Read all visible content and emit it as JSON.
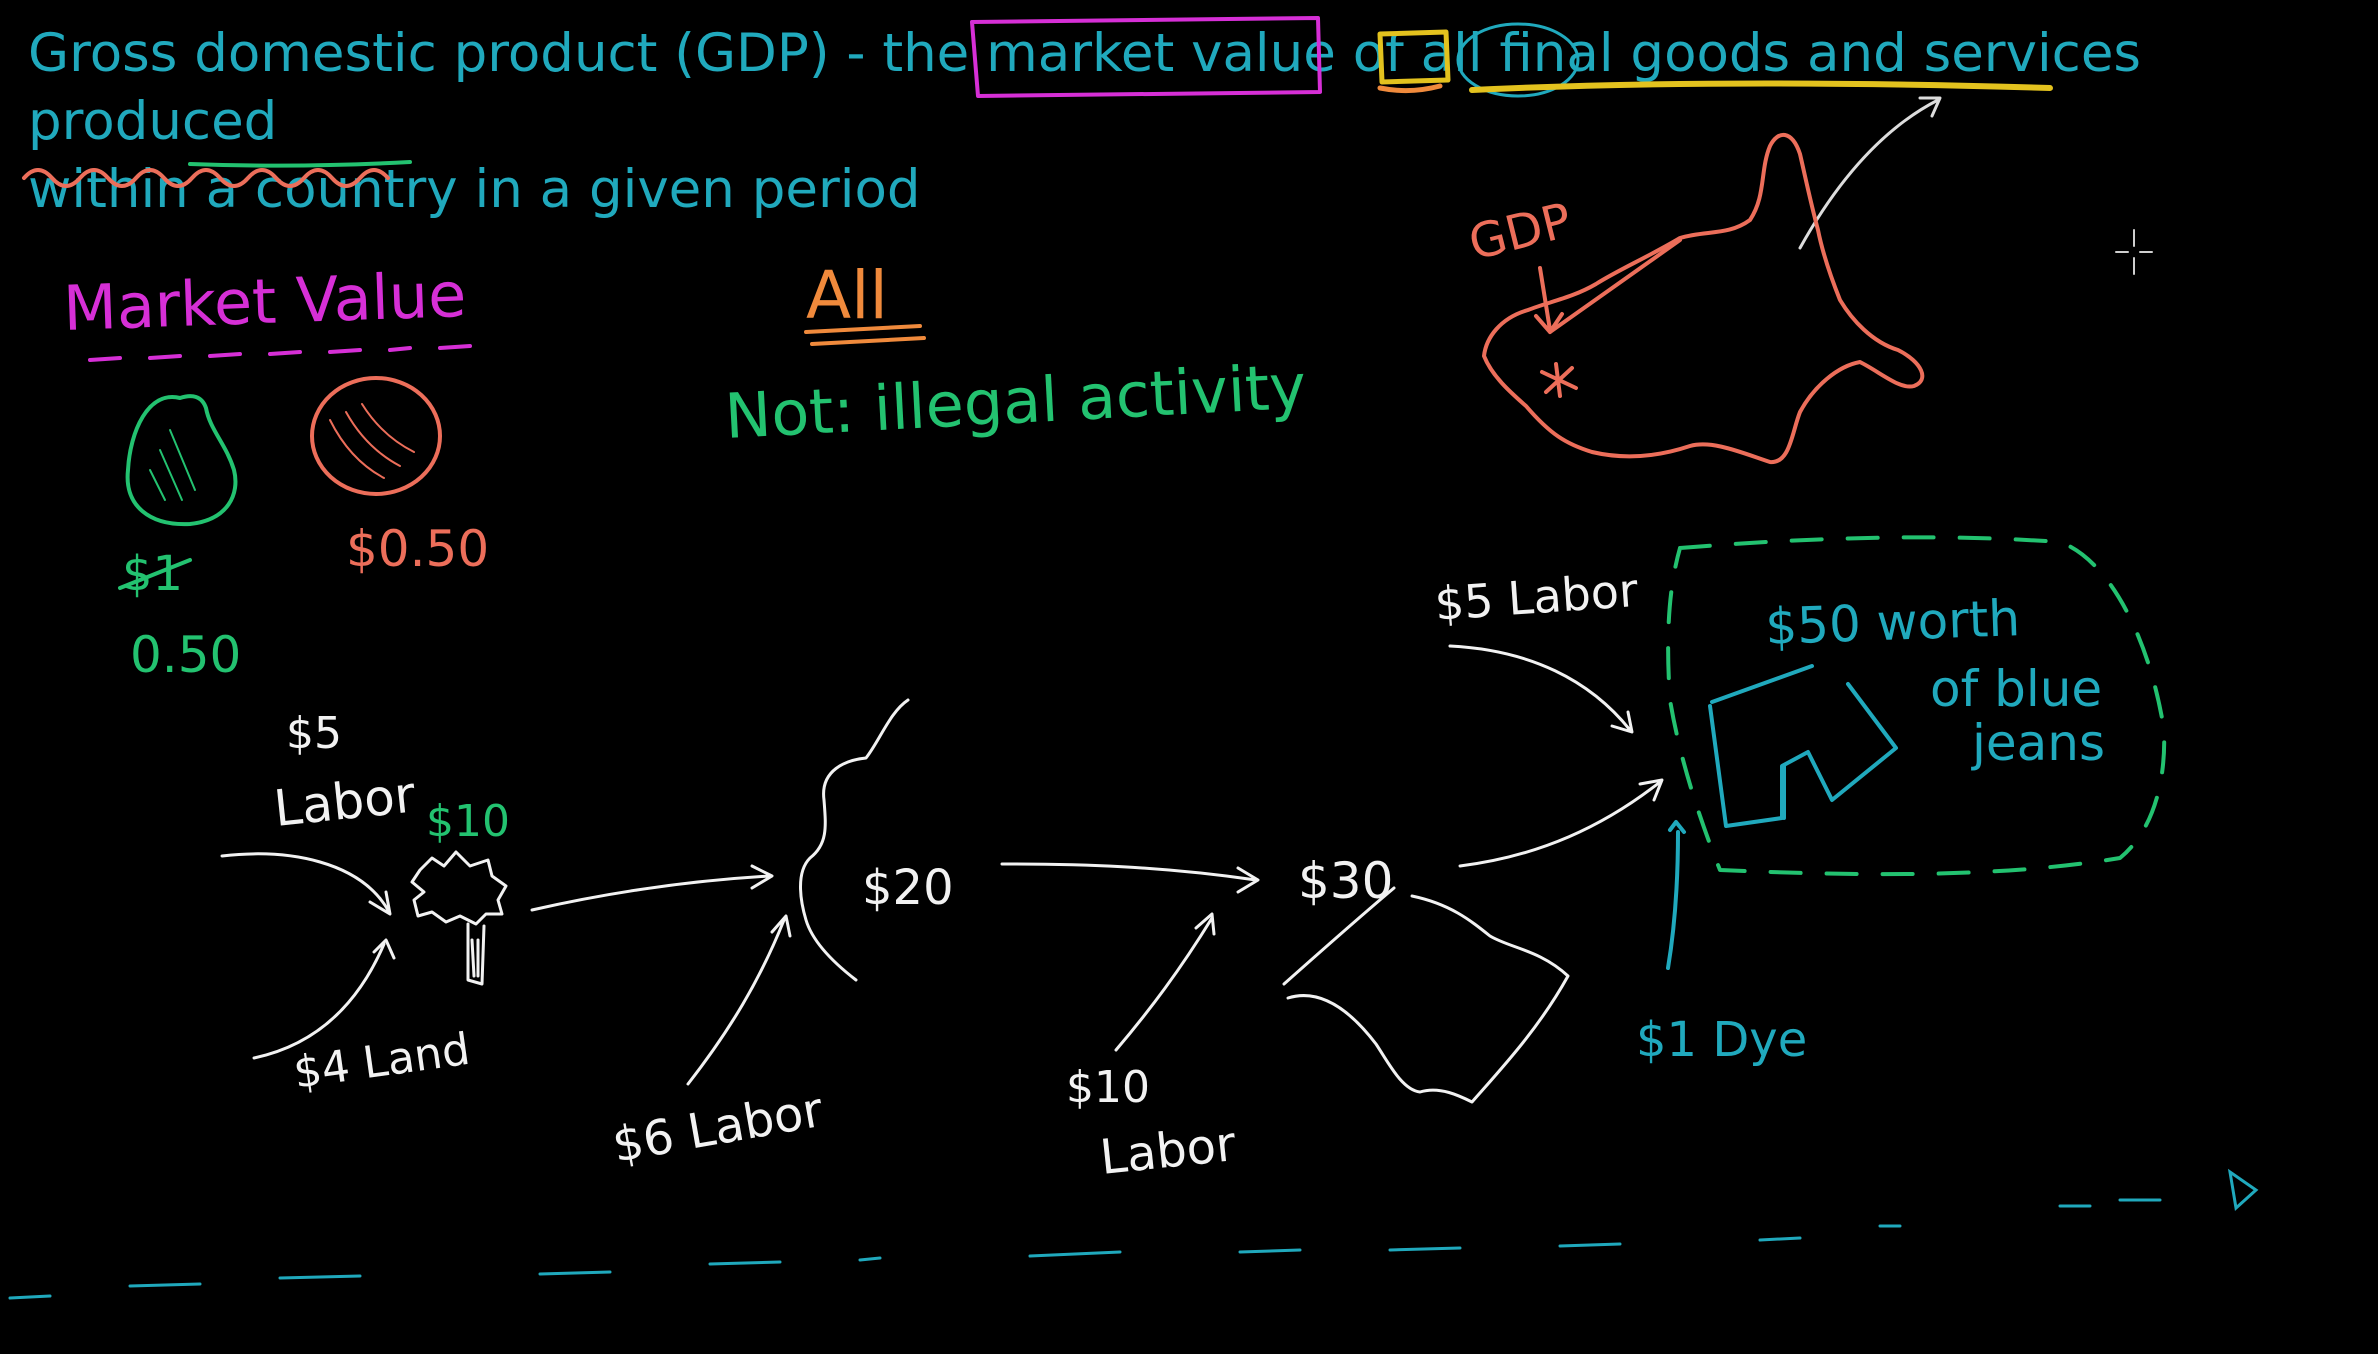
{
  "colors": {
    "background": "#000000",
    "teal": "#20a9bd",
    "magenta": "#d62fd6",
    "green": "#23c270",
    "salmon": "#ec6e5a",
    "orange": "#f08a3c",
    "yellow": "#e3c21e",
    "white": "#f2f2f2"
  },
  "definition": {
    "line1": "Gross domestic product (GDP) - the market value of all final goods and services produced",
    "line2": "within a country in a given period"
  },
  "market_value": {
    "title": "Market Value",
    "apple_price_crossed": "$1",
    "apple_price_new": "0.50",
    "orange_price": "$0.50"
  },
  "all_note": {
    "title": "All",
    "note": "Not: illegal activity"
  },
  "map": {
    "label": "GDP"
  },
  "production_chain": {
    "labor_5_amount": "$5",
    "labor_5_word": "Labor",
    "tree_value": "$10",
    "land": "$4 Land",
    "cotton_value": "$20",
    "labor_6": "$6 Labor",
    "fabric_value": "$30",
    "labor_10_amount": "$10",
    "labor_10_word": "Labor",
    "labor_5b": "$5 Labor",
    "jeans_line1": "$50 worth",
    "jeans_line2": "of blue",
    "jeans_line3": "jeans",
    "dye": "$1 Dye"
  }
}
